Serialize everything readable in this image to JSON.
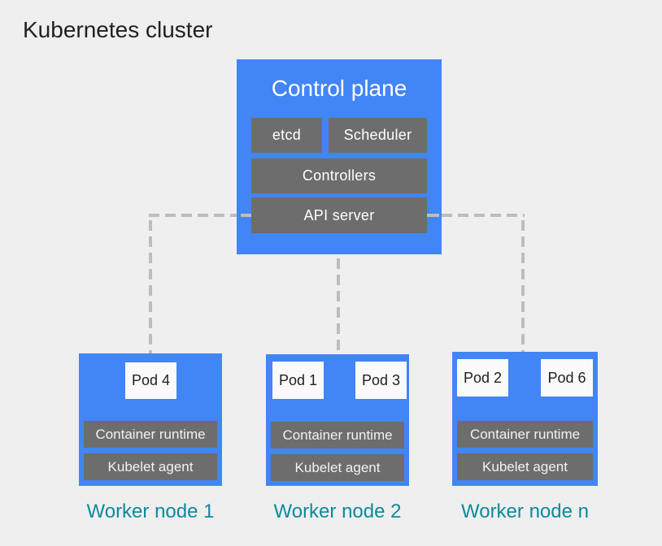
{
  "title": "Kubernetes cluster",
  "control_plane": {
    "title": "Control plane",
    "components": {
      "etcd": "etcd",
      "scheduler": "Scheduler",
      "controllers": "Controllers",
      "api_server": "API server"
    }
  },
  "workers": [
    {
      "label": "Worker node 1",
      "pods": [
        "Pod 4"
      ],
      "runtime": "Container runtime",
      "agent": "Kubelet agent"
    },
    {
      "label": "Worker node 2",
      "pods": [
        "Pod 1",
        "Pod 3"
      ],
      "runtime": "Container runtime",
      "agent": "Kubelet agent"
    },
    {
      "label": "Worker node n",
      "pods": [
        "Pod 2",
        "Pod 6"
      ],
      "runtime": "Container runtime",
      "agent": "Kubelet agent"
    }
  ],
  "colors": {
    "background": "#EFEFEF",
    "node_blue": "#4285F4",
    "component_gray": "#6D6D6D",
    "pod_white": "#FAFAFA",
    "connector_gray": "#BDBDBD",
    "worker_label_teal": "#0C8A9D",
    "title_text": "#202124",
    "light_text": "#FFFFFF"
  }
}
